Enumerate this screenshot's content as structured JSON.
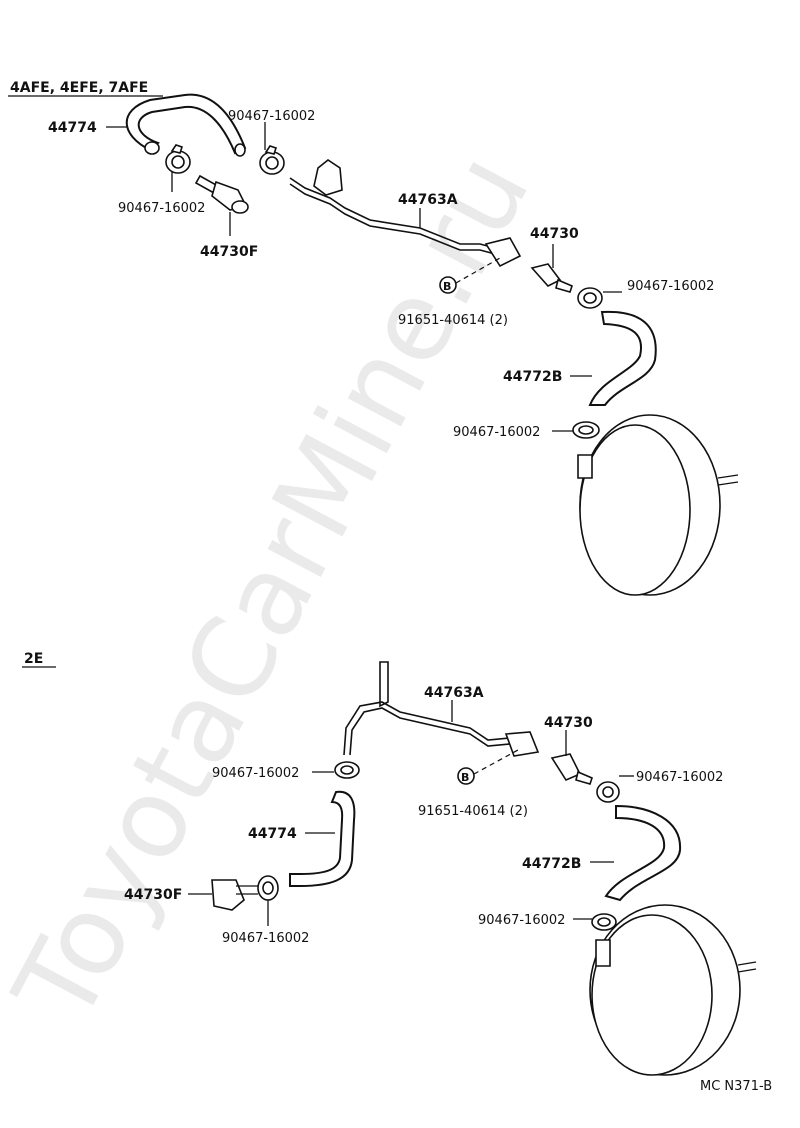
{
  "watermark": "ToyotaCarMine.ru",
  "section_top": {
    "header": "4AFE, 4EFE, 7AFE",
    "labels": {
      "hose_44774": "44774",
      "clamp_a": "90467-16002",
      "clamp_b": "90467-16002",
      "valve_44730F": "44730F",
      "pipe_44763A": "44763A",
      "valve_44730": "44730",
      "bolt_91651": "91651-40614 (2)",
      "bolt_marker": "B",
      "clamp_c": "90467-16002",
      "hose_44772B": "44772B",
      "clamp_d": "90467-16002"
    }
  },
  "section_bottom": {
    "header": "2E",
    "labels": {
      "pipe_44763A": "44763A",
      "valve_44730": "44730",
      "clamp_a": "90467-16002",
      "clamp_b": "90467-16002",
      "bolt_marker": "B",
      "bolt_91651": "91651-40614 (2)",
      "hose_44774": "44774",
      "hose_44772B": "44772B",
      "valve_44730F": "44730F",
      "clamp_c": "90467-16002",
      "clamp_d": "90467-16002"
    }
  },
  "figure_code": "MC N371-B"
}
